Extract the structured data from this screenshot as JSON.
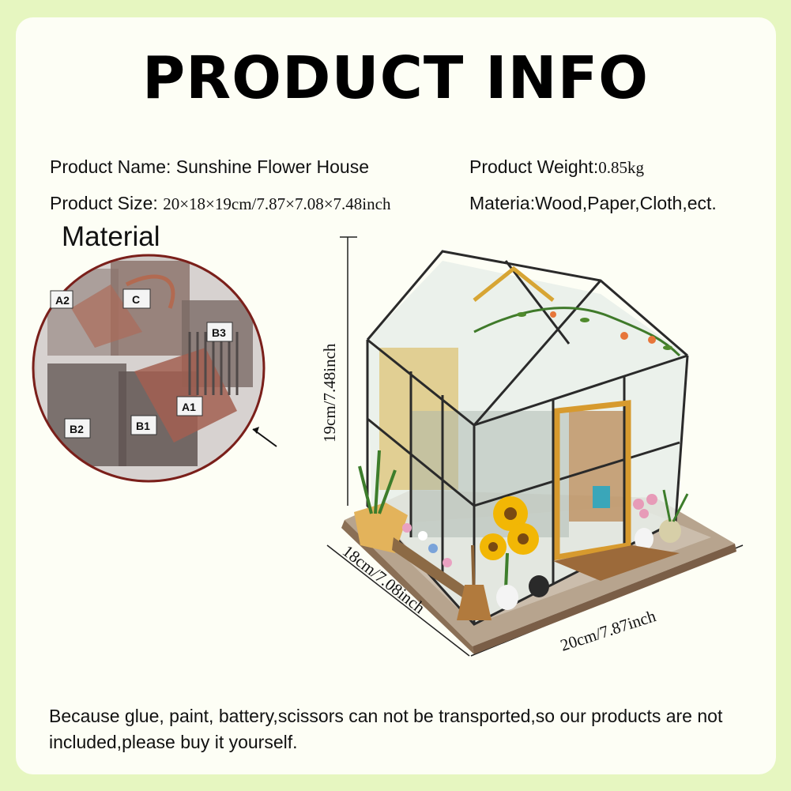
{
  "title": "PRODUCT INFO",
  "specs": {
    "name_label": "Product Name:",
    "name_value": "Sunshine Flower House",
    "size_label": "Product Size:",
    "size_value": "20×18×19cm/7.87×7.08×7.48inch",
    "weight_label": "Product Weight:",
    "weight_value": "0.85kg",
    "material_label": "Materia:",
    "material_value": "Wood,Paper,Cloth,ect."
  },
  "material_heading": "Material",
  "part_labels": [
    "A2",
    "C",
    "B3",
    "A1",
    "B2",
    "B1"
  ],
  "dimensions": {
    "height": "19cm/7.48inch",
    "depth": "18cm/7.08inch",
    "width": "20cm/7.87inch"
  },
  "note": "Because glue, paint, battery,scissors can not be transported,so our products are not included,please buy it yourself.",
  "colors": {
    "frame_bg": "#e6f6c0",
    "card_bg": "#fdfef5",
    "circle_border": "#7a1f1a",
    "wood": "#c98f3f",
    "sunflower": "#f2b705"
  }
}
